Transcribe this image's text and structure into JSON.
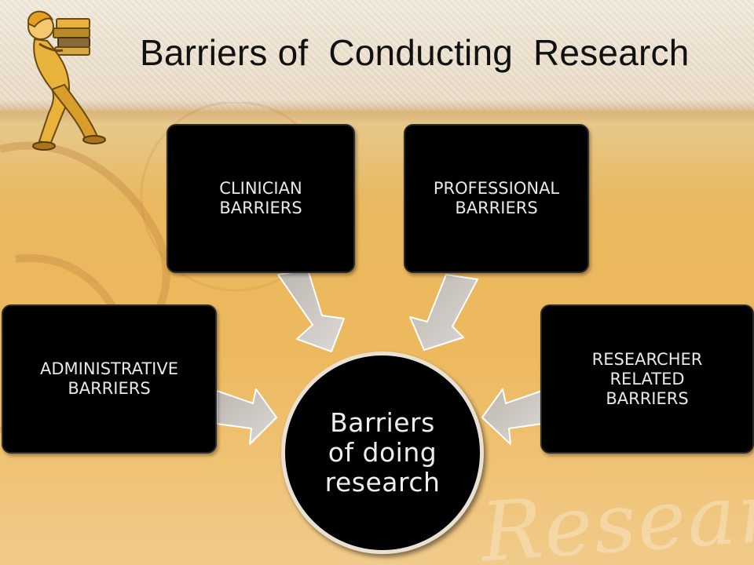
{
  "slide": {
    "title": "Barriers of  Conducting  Research",
    "watermark_text": "Research"
  },
  "diagram": {
    "center": "Barriers\nof doing\nresearch",
    "nodes": [
      {
        "id": "clinician",
        "label": "CLINICIAN\nBARRIERS"
      },
      {
        "id": "professional",
        "label": "PROFESSIONAL\nBARRIERS"
      },
      {
        "id": "administrative",
        "label": "ADMINISTRATIVE\nBARRIERS"
      },
      {
        "id": "researcher",
        "label": "RESEARCHER\nRELATED\nBARRIERS"
      }
    ]
  },
  "colors": {
    "box_fill": "#000000",
    "box_text": "#e8e8e8",
    "arrow_fill": "#c9c4c0",
    "background_gold": "#e9b85f",
    "header_cream": "#efe7d8"
  },
  "icons": {
    "figure": "person-carrying-books-icon"
  }
}
